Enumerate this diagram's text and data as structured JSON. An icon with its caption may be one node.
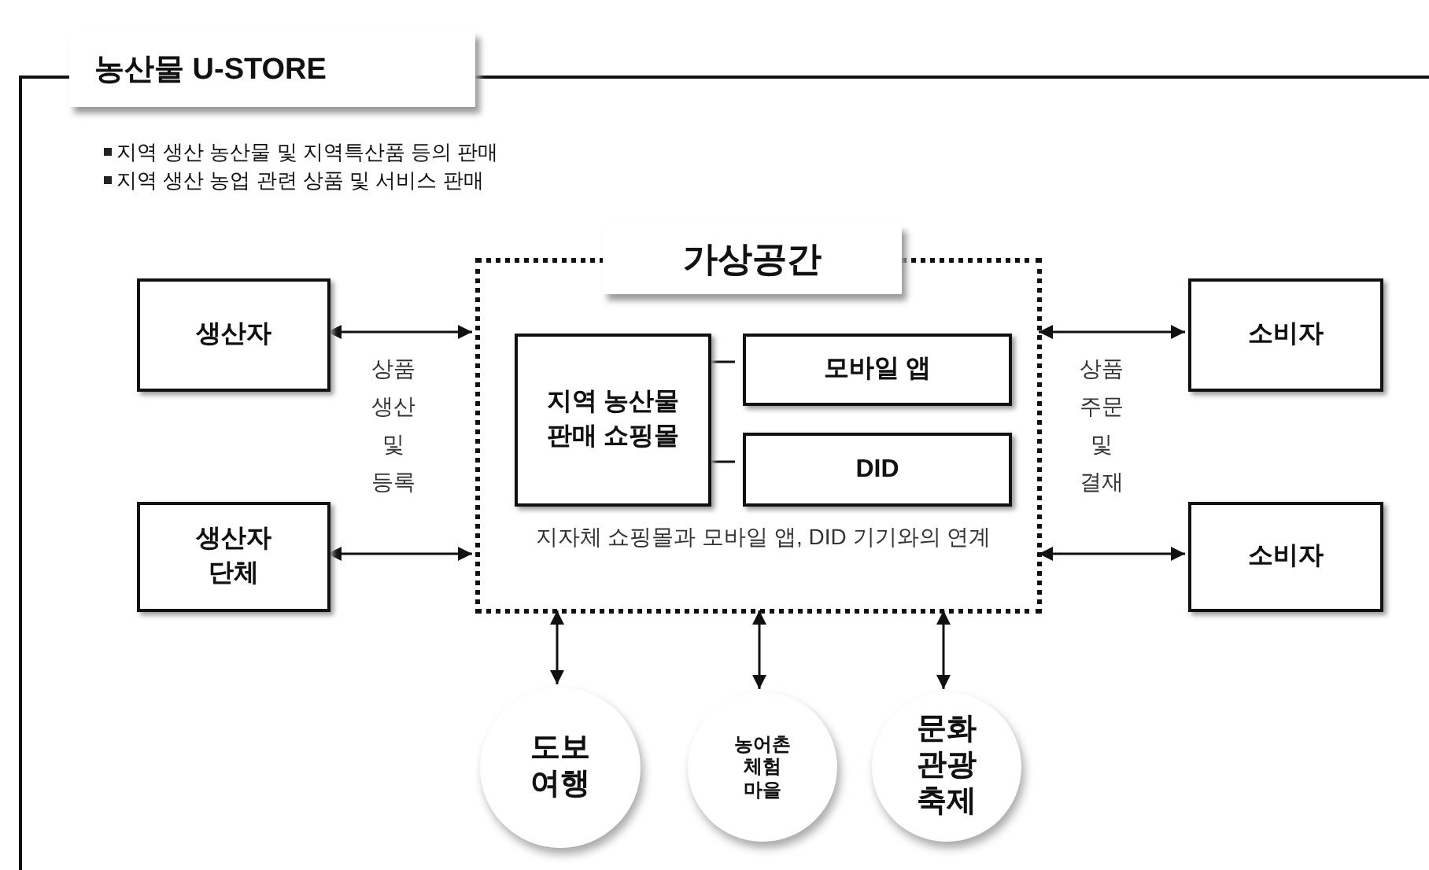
{
  "diagram": {
    "nodes": [
      {
        "text": [
          "농산물 U-STORE",
          "지역 생산 농산물 및 지역특산품 등의 판매",
          "지역 생산 농업 관련 상품 및 서비스 판매"
        ]
      },
      {
        "text": [
          "생산자"
        ],
        "in": 0
      },
      {
        "text": [
          "생산자 단체"
        ],
        "in": 0
      },
      {
        "text": [
          "가상공간",
          "지자체 쇼핑몰과 모바일 앱, DID 기기와의 연계"
        ],
        "in": 0
      },
      {
        "text": [
          "지역 농산물 판매 쇼핑몰"
        ],
        "in": 3
      },
      {
        "text": [
          "모바일 앱"
        ],
        "in": 3
      },
      {
        "text": [
          "DID"
        ],
        "in": 3
      },
      {
        "text": [
          "소비자"
        ],
        "in": 0
      },
      {
        "text": [
          "소비자"
        ],
        "in": 0
      },
      {
        "text": [
          "도보 여행"
        ],
        "in": 0
      },
      {
        "text": [
          "농어촌 체험 마을"
        ],
        "in": 0
      },
      {
        "text": [
          "문화 관광 축제"
        ],
        "in": 0
      }
    ],
    "edges": [
      {
        "from": 1,
        "to": 3,
        "arrow": "both"
      },
      {
        "from": 2,
        "to": 3,
        "arrow": "both"
      },
      {
        "from": 3,
        "to": 7,
        "arrow": "both"
      },
      {
        "from": 3,
        "to": 8,
        "arrow": "both"
      },
      {
        "from": 4,
        "to": 5,
        "arrow": "none"
      },
      {
        "from": 4,
        "to": 6,
        "arrow": "none"
      },
      {
        "from": 3,
        "to": 9,
        "arrow": "both"
      },
      {
        "from": 3,
        "to": 10,
        "arrow": "both"
      },
      {
        "from": 3,
        "to": 11,
        "arrow": "both"
      }
    ],
    "labels": [
      "상품 생산 및 등록",
      "상품 주문 및 결재"
    ]
  }
}
